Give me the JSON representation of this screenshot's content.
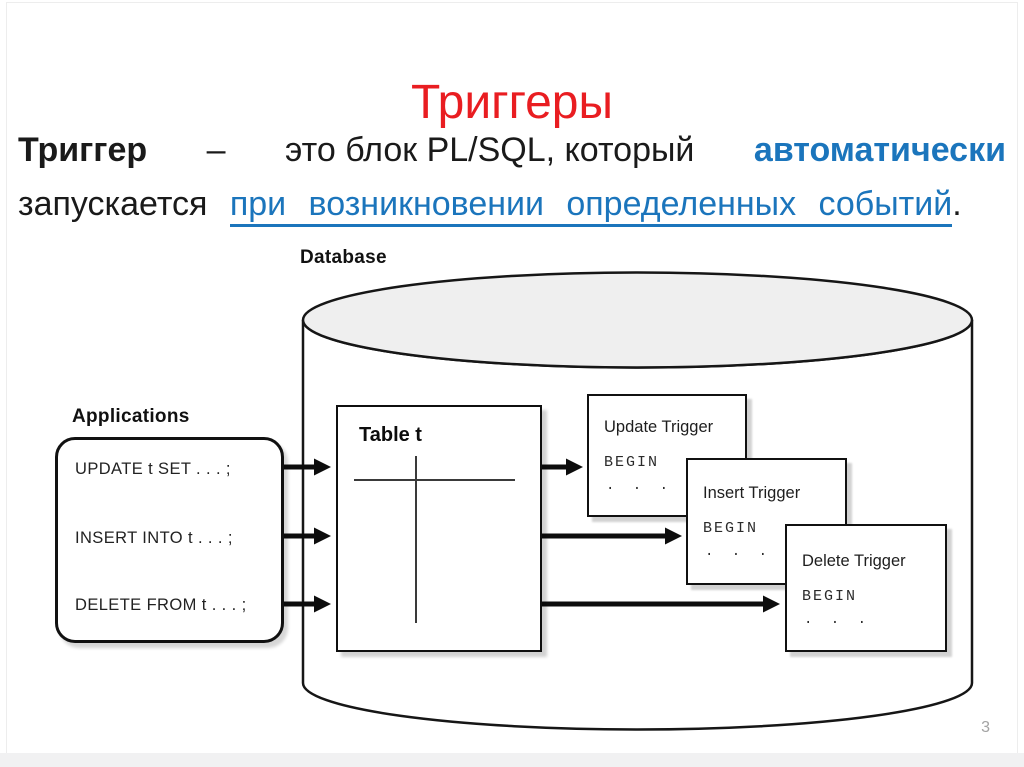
{
  "slide": {
    "title": "Триггеры",
    "page_number": "3",
    "colors": {
      "title_red": "#e91d21",
      "accent_blue": "#1b75bc",
      "cylinder_fill": "#efefef"
    },
    "definition": {
      "term": "Триггер",
      "dash": "–",
      "mid": "это  блок PL/SQL,  который",
      "highlight": "автоматически",
      "line2_prefix": "запускается",
      "link_phrase": "при возникновении определенных событий",
      "period": "."
    }
  },
  "diagram": {
    "database_label": "Database",
    "applications": {
      "label": "Applications",
      "statements": [
        "UPDATE t SET . . . ;",
        "INSERT INTO t . . . ;",
        "DELETE FROM t . . . ;"
      ]
    },
    "table": {
      "label": "Table t"
    },
    "triggers": [
      {
        "title": "Update Trigger",
        "begin": "BEGIN",
        "dots": ". . ."
      },
      {
        "title": "Insert Trigger",
        "begin": "BEGIN",
        "dots": ". . ."
      },
      {
        "title": "Delete Trigger",
        "begin": "BEGIN",
        "dots": ". . ."
      }
    ]
  }
}
